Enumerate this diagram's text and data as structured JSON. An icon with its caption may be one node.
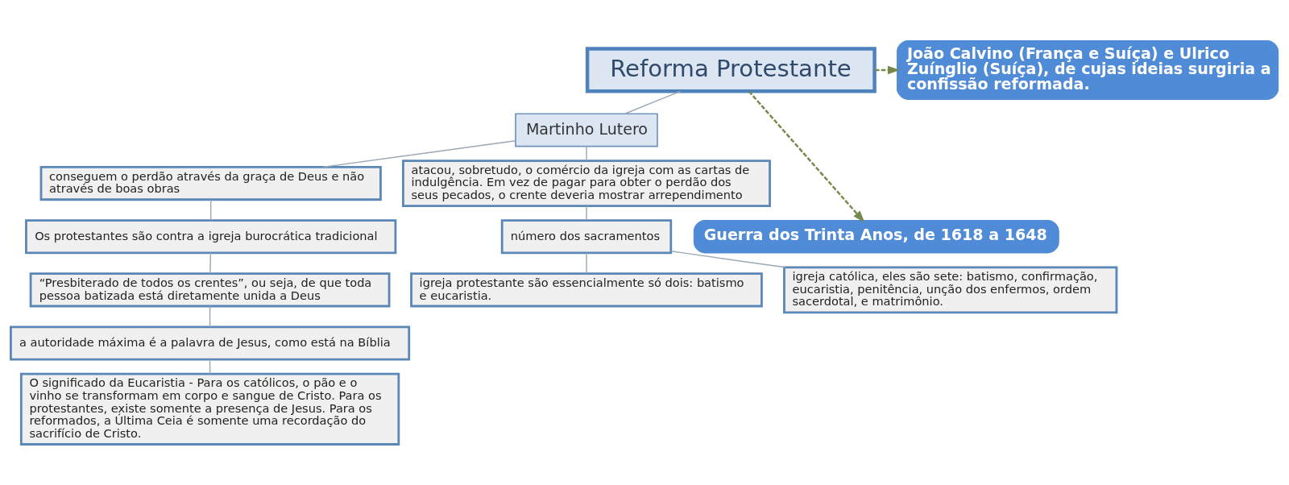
{
  "diagram": {
    "nodes": [
      {
        "text": [
          "Reforma Protestante"
        ]
      },
      {
        "text": [
          "Martinho Lutero"
        ]
      },
      {
        "text": [
          "conseguem o perdão através da graça de Deus e não através de boas obras"
        ]
      },
      {
        "text": [
          "Os protestantes são contra a igreja burocrática tradicional"
        ]
      },
      {
        "text": [
          "“Presbiterado de todos os crentes”, ou seja, de que toda pessoa batizada está diretamente unida a Deus"
        ]
      },
      {
        "text": [
          "a autoridade máxima é a palavra de Jesus, como está na Bíblia"
        ]
      },
      {
        "text": [
          "O significado da Eucaristia - Para os católicos, o pão e o vinho se transformam em corpo e sangue de Cristo. Para os protestantes, existe somente a presença de Jesus. Para os reformados, a Última Ceia é somente uma recordação do sacrifício de Cristo."
        ]
      },
      {
        "text": [
          "atacou, sobretudo, o comércio da igreja com as cartas de indulgência. Em vez de pagar para obter o perdão dos seus pecados, o crente deveria mostrar arrependimento"
        ]
      },
      {
        "text": [
          "número dos sacramentos"
        ]
      },
      {
        "text": [
          "igreja protestante são essencialmente só dois: batismo e eucaristia."
        ]
      },
      {
        "text": [
          "igreja católica, eles são sete: batismo, confirmação, eucaristia, penitência, unção dos enfermos, ordem sacerdotal, e matrimônio."
        ]
      },
      {
        "text": [
          "João Calvino (França e Suíça) e Ulrico Zuínglio (Suíça), de cujas ideias surgiria a confissão reformada."
        ]
      },
      {
        "text": [
          "Guerra dos Trinta Anos, de 1618 a 1648"
        ]
      }
    ],
    "edges": [
      {
        "from": 0,
        "to": 1,
        "arrow": "none"
      },
      {
        "from": 0,
        "to": 11,
        "arrow": "to",
        "style": "dashed",
        "color": "#76894a"
      },
      {
        "from": 0,
        "to": 12,
        "arrow": "to",
        "style": "dashed",
        "color": "#76894a"
      },
      {
        "from": 1,
        "to": 2,
        "arrow": "none"
      },
      {
        "from": 1,
        "to": 7,
        "arrow": "none"
      },
      {
        "from": 2,
        "to": 3,
        "arrow": "none"
      },
      {
        "from": 3,
        "to": 4,
        "arrow": "none"
      },
      {
        "from": 4,
        "to": 5,
        "arrow": "none"
      },
      {
        "from": 5,
        "to": 6,
        "arrow": "none"
      },
      {
        "from": 7,
        "to": 8,
        "arrow": "none"
      },
      {
        "from": 8,
        "to": 9,
        "arrow": "none"
      },
      {
        "from": 8,
        "to": 10,
        "arrow": "none"
      }
    ]
  }
}
